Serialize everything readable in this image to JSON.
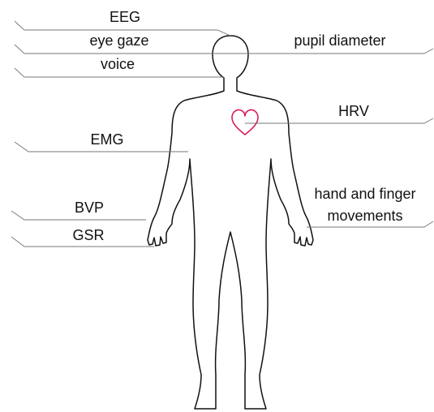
{
  "labels": {
    "eeg": "EEG",
    "eye_gaze": "eye gaze",
    "voice": "voice",
    "emg": "EMG",
    "bvp": "BVP",
    "gsr": "GSR",
    "pupil_diameter": "pupil diameter",
    "hrv": "HRV",
    "hand_line1": "hand and finger",
    "hand_line2": "movements"
  },
  "colors": {
    "outline": "#111111",
    "leader": "#777777",
    "heart": "#d81b60"
  },
  "icons": {
    "body": "human-body-silhouette",
    "heart": "heart-icon"
  }
}
